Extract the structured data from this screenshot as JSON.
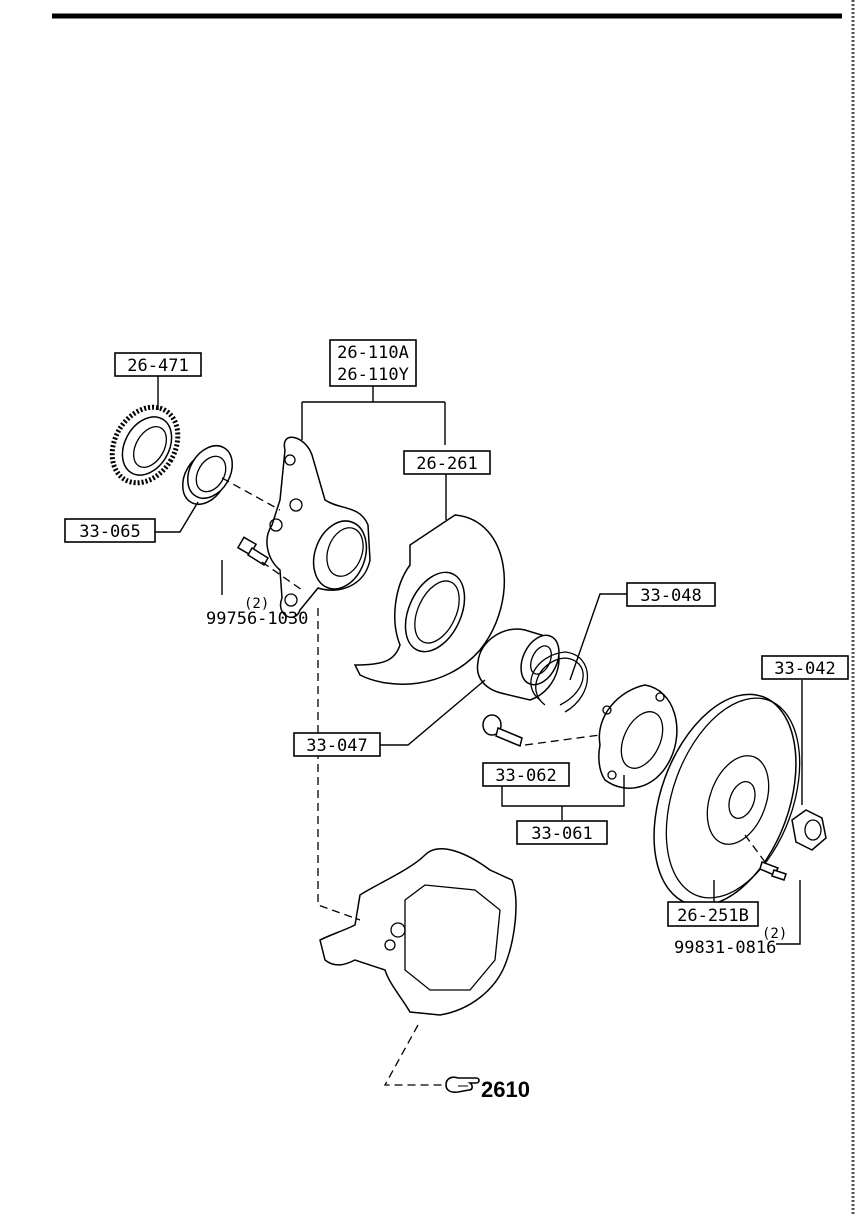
{
  "labels": {
    "abs_ring": "26-471",
    "knuckle_a": "26-110A",
    "knuckle_y": "26-110Y",
    "dust_cover": "26-261",
    "seal": "33-065",
    "bolt_knuckle_qty": "(2)",
    "bolt_knuckle": "99756-1030",
    "snap_ring": "33-048",
    "hub_nut": "33-042",
    "bearing": "33-047",
    "hub_bolt": "33-062",
    "hub": "33-061",
    "disc": "26-251B",
    "screw_qty": "(2)",
    "screw": "99831-0816",
    "caliper_ref": "2610"
  },
  "icons": {
    "reference": "pointing-hand-icon"
  }
}
